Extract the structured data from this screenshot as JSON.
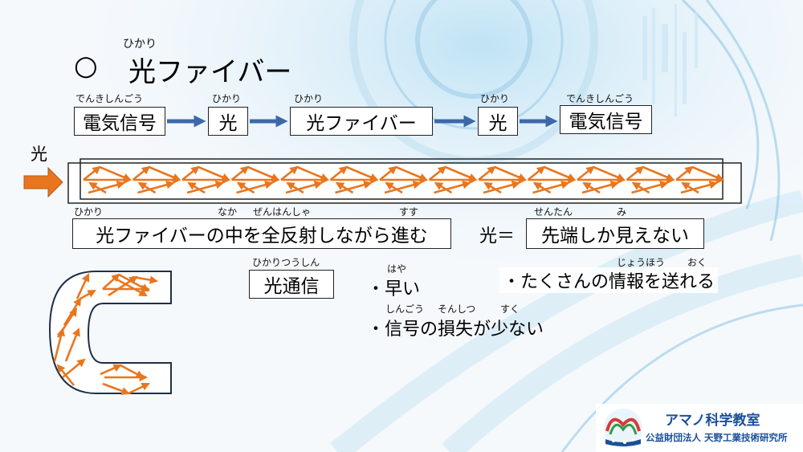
{
  "title": {
    "symbol": "○",
    "text": "光ファイバー",
    "ruby": "ひかり"
  },
  "flow": [
    {
      "label": "電気信号",
      "ruby": "でんきしんごう"
    },
    {
      "label": "光",
      "ruby": "ひかり"
    },
    {
      "label": "光ファイバー",
      "ruby": "ひかり"
    },
    {
      "label": "光",
      "ruby": "ひかり"
    },
    {
      "label": "電気信号",
      "ruby": "でんきしんごう"
    }
  ],
  "input_label": "光",
  "fiber_rubies": {
    "hikari": "ひかり",
    "naka": "なか",
    "zenhansha": "ぜんはんしゃ",
    "susu": "すす"
  },
  "caption_reflection": "光ファイバーの中を全反射しながら進む",
  "light_equal": "光＝",
  "caption_tip": {
    "text": "先端しか見えない",
    "ruby_sentan": "せんたん",
    "ruby_mi": "み"
  },
  "optical_comm": {
    "label": "光通信",
    "ruby": "ひかりつうしん"
  },
  "bullets": [
    {
      "text": "・早い",
      "rubies": [
        "はや"
      ]
    },
    {
      "text": "・信号の損失が少ない",
      "rubies": [
        "しんごう",
        "そんしつ",
        "すく"
      ]
    },
    {
      "text": "・たくさんの情報を送れる",
      "rubies": [
        "じょうほう",
        "おく"
      ]
    }
  ],
  "logo": {
    "name": "アマノ科学教室",
    "org": "公益財団法人 天野工業技術研究所"
  },
  "colors": {
    "arrow_orange": "#e8761f",
    "flow_arrow_blue": "#3d68a8",
    "logo_blue": "#1b4f9a"
  }
}
